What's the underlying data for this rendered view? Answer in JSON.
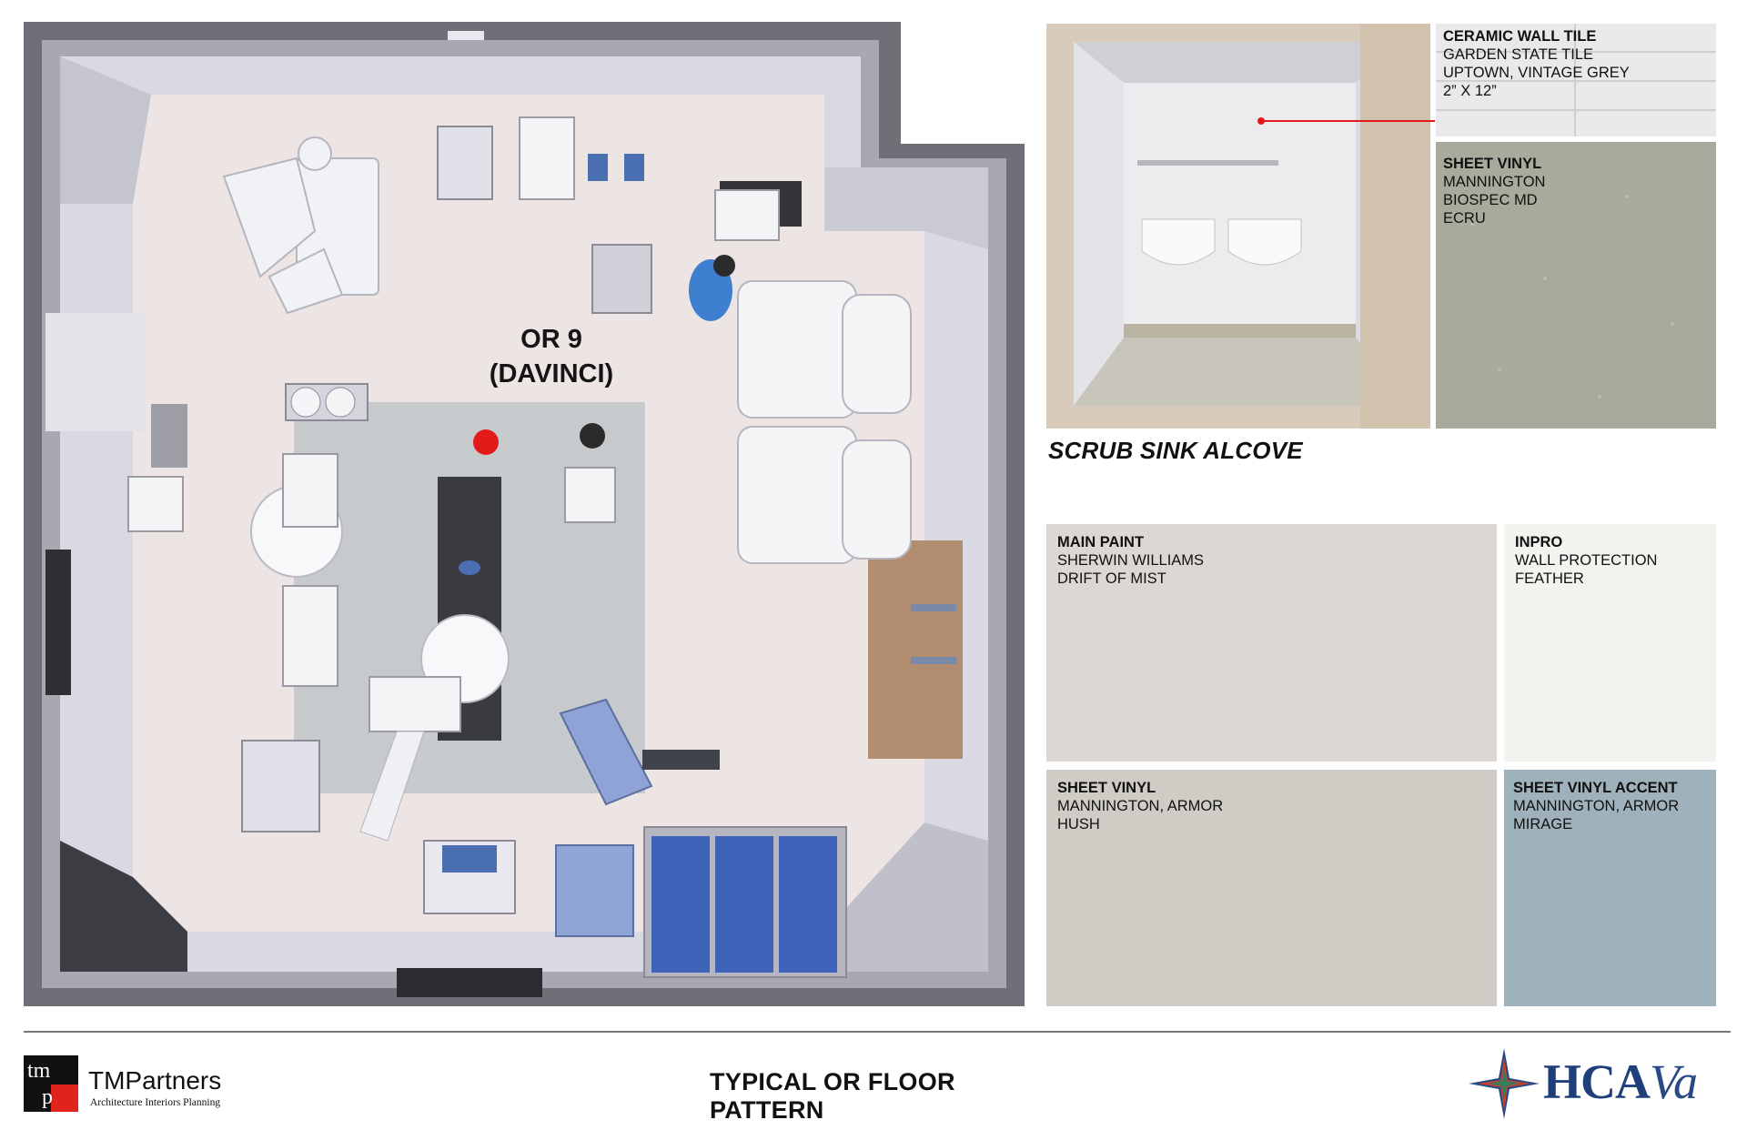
{
  "plan": {
    "room_name_line1": "OR 9",
    "room_name_line2": "(DAVINCI)"
  },
  "alcove": {
    "caption": "SCRUB SINK ALCOVE"
  },
  "materials": {
    "ceramic_wall_tile": {
      "title": "CERAMIC WALL TILE",
      "lines": [
        "GARDEN STATE TILE",
        "UPTOWN, VINTAGE GREY",
        "2” X 12”"
      ]
    },
    "sheet_vinyl_ecru": {
      "title": "SHEET VINYL",
      "lines": [
        "MANNINGTON",
        "BIOSPEC MD",
        "ECRU"
      ],
      "color": "#a9ab9c"
    },
    "main_paint": {
      "title": "MAIN PAINT",
      "lines": [
        "SHERWIN WILLIAMS",
        "DRIFT OF MIST"
      ],
      "color": "#dcd7d3"
    },
    "inpro": {
      "title": "INPRO",
      "lines": [
        "WALL PROTECTION",
        "FEATHER"
      ],
      "color": "#f3f2ef"
    },
    "sheet_vinyl_hush": {
      "title": "SHEET VINYL",
      "lines": [
        "MANNINGTON, ARMOR",
        "HUSH"
      ],
      "color": "#cfcbc5"
    },
    "sheet_vinyl_accent": {
      "title": "SHEET VINYL ACCENT",
      "lines": [
        "MANNINGTON, ARMOR",
        "MIRAGE"
      ],
      "color": "#9fb2bb"
    }
  },
  "footer": {
    "title": "TYPICAL OR FLOOR PATTERN",
    "tmp_logo_top": "tm",
    "tmp_logo_bottom": "p",
    "tmp_name": "TMPartners",
    "tmp_tagline": "Architecture  Interiors  Planning",
    "hca_name": "HCA",
    "hca_suffix": "Va",
    "colors": {
      "hca_blue": "#1f3f7a",
      "tmp_red": "#e0231b",
      "marker_red": "#e41a1a"
    }
  }
}
